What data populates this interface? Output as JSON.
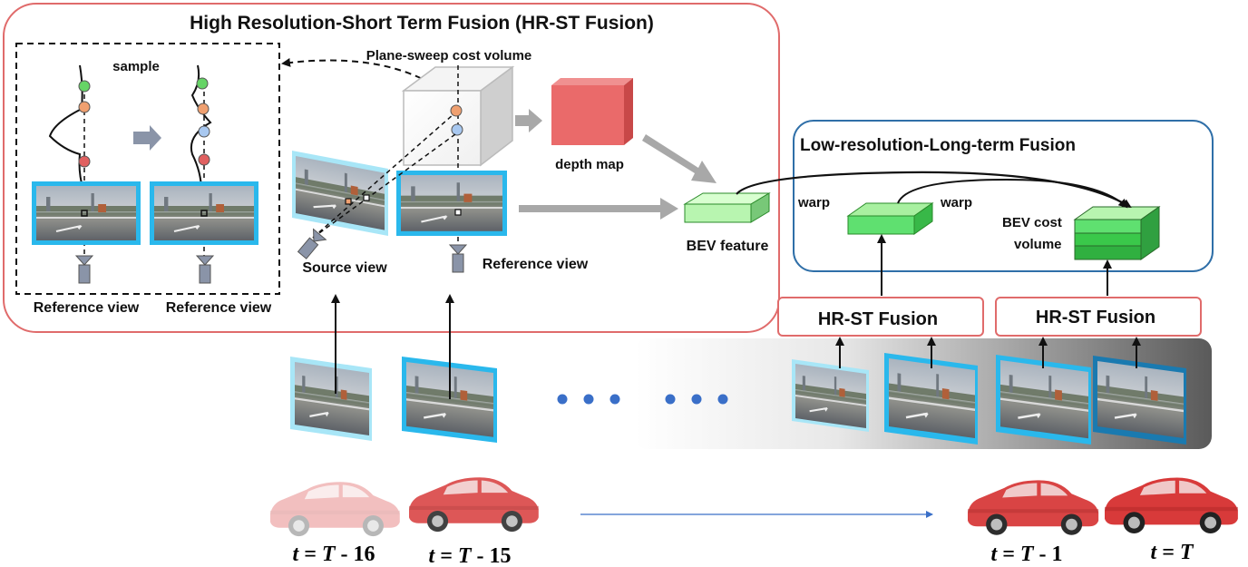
{
  "hr_st_panel": {
    "title": "High Resolution-Short Term Fusion (HR-ST Fusion)",
    "sample_label": "sample",
    "plane_sweep_label": "Plane-sweep cost volume",
    "depth_map_label": "depth map",
    "source_view_label": "Source view",
    "reference_view_label": "Reference view",
    "inset_reference_view_left": "Reference view",
    "inset_reference_view_right": "Reference view",
    "bev_feature_label": "BEV feature"
  },
  "lr_lt_panel": {
    "title": "Low-resolution-Long-term Fusion",
    "warp_label_1": "warp",
    "warp_label_2": "warp",
    "bev_cost_volume_label_1": "BEV cost",
    "bev_cost_volume_label_2": "volume"
  },
  "hr_st_blocks": {
    "left": "HR-ST Fusion",
    "right": "HR-ST Fusion"
  },
  "timeline": {
    "labels": {
      "t1": {
        "var": "t",
        "eq": " = ",
        "T": "T",
        "suffix": " - 16"
      },
      "t2": {
        "var": "t",
        "eq": " = ",
        "T": "T",
        "suffix": " - 15"
      },
      "t3": {
        "var": "t",
        "eq": " = ",
        "T": "T",
        "suffix": " - 1"
      },
      "t4": {
        "var": "t",
        "eq": " = ",
        "T": "T",
        "suffix": ""
      }
    }
  },
  "colors": {
    "hr_st_border": "#e06b6b",
    "lr_lt_border": "#2f6fa8",
    "frame_cyan": "#2ab8ec",
    "frame_light_cyan": "#a8e6f7",
    "depth_map": "#ea6a6a",
    "bev_light_green": "#b8f5b0",
    "bev_green": "#5fe070",
    "dots_blue": "#3a6fc8",
    "car_red": "#d83a3a"
  },
  "icons": [
    "camera-icon",
    "cube-icon",
    "car-icon",
    "dot-icon"
  ]
}
